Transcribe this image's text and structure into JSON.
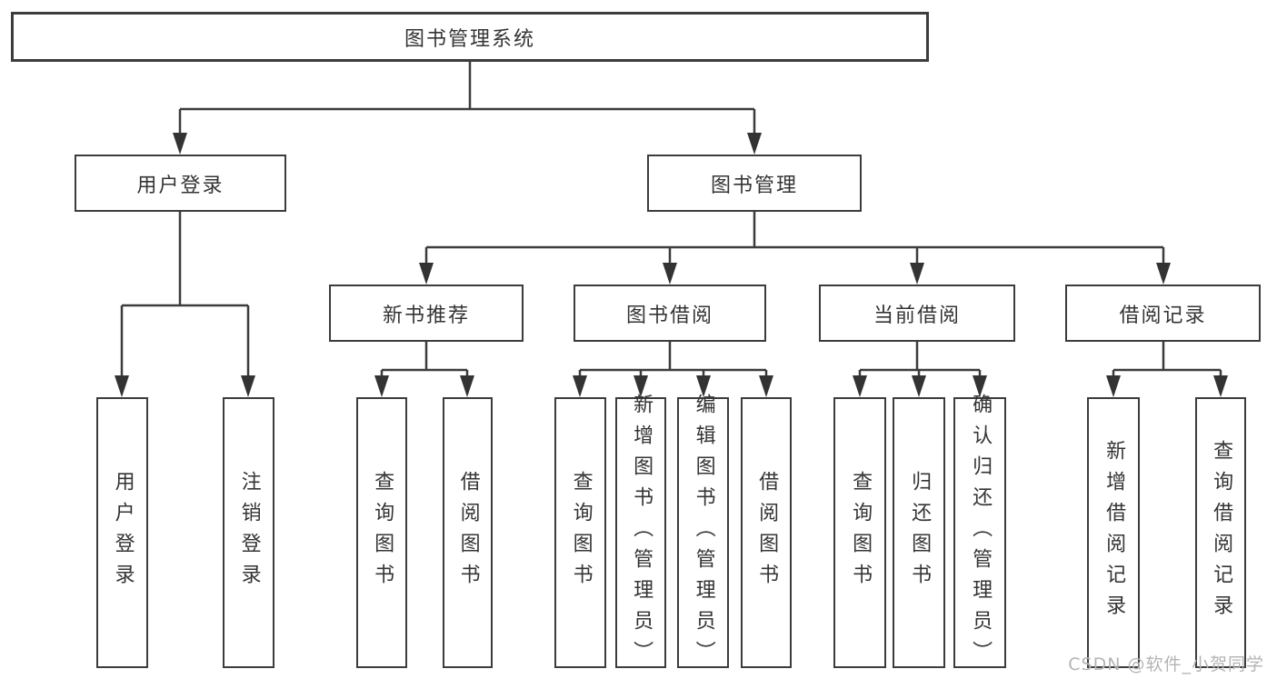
{
  "diagram": {
    "type": "hierarchy",
    "title": "图书管理系统",
    "root": {
      "label": "图书管理系统"
    },
    "level2": [
      {
        "label": "用户登录",
        "parent": "图书管理系统"
      },
      {
        "label": "图书管理",
        "parent": "图书管理系统"
      }
    ],
    "level3": [
      {
        "label": "新书推荐",
        "parent": "图书管理"
      },
      {
        "label": "图书借阅",
        "parent": "图书管理"
      },
      {
        "label": "当前借阅",
        "parent": "图书管理"
      },
      {
        "label": "借阅记录",
        "parent": "图书管理"
      }
    ],
    "leaves": [
      {
        "label": "用户登录",
        "parent": "用户登录"
      },
      {
        "label": "注销登录",
        "parent": "用户登录"
      },
      {
        "label": "查询图书",
        "parent": "新书推荐"
      },
      {
        "label": "借阅图书",
        "parent": "新书推荐"
      },
      {
        "label": "查询图书",
        "parent": "图书借阅"
      },
      {
        "label": "新增图书（管理员）",
        "parent": "图书借阅"
      },
      {
        "label": "编辑图书（管理员）",
        "parent": "图书借阅"
      },
      {
        "label": "借阅图书",
        "parent": "图书借阅"
      },
      {
        "label": "查询图书",
        "parent": "当前借阅"
      },
      {
        "label": "归还图书",
        "parent": "当前借阅"
      },
      {
        "label": "确认归还（管理员）",
        "parent": "当前借阅"
      },
      {
        "label": "新增借阅记录",
        "parent": "借阅记录"
      },
      {
        "label": "查询借阅记录",
        "parent": "借阅记录"
      }
    ],
    "colors": {
      "line": "#3c3c3c",
      "text": "#343434",
      "background": "#ffffff",
      "watermark_color": "#b4b4b4"
    }
  },
  "watermark": {
    "text": "CSDN @软件_小贺同学"
  }
}
